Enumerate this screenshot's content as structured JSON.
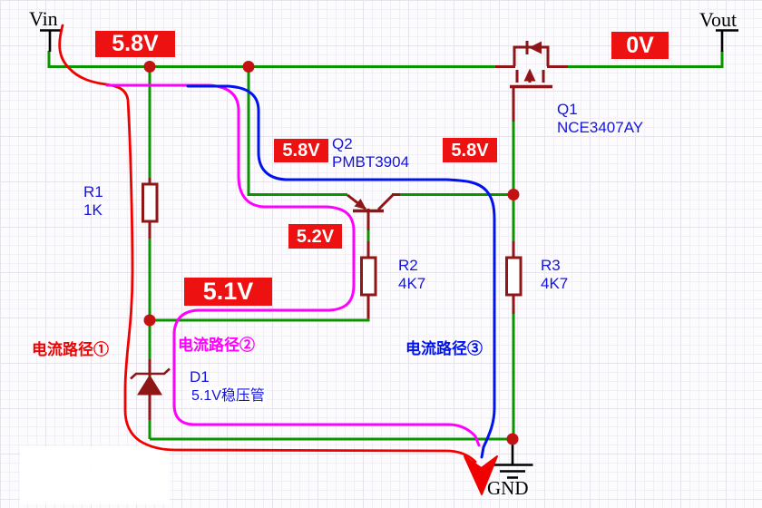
{
  "colors": {
    "wire_green": "#0a9400",
    "component_dark_red": "#8e1616",
    "junction_dot_red": "#c31212",
    "badge_background": "#ee1111",
    "badge_text": "#ffffff",
    "component_label_blue": "#1414e0",
    "terminal_black": "#000000",
    "current_path_1_red": "#f10000",
    "current_path_2_magenta": "#ff00ff",
    "current_path_3_blue": "#0013ee"
  },
  "terminals": {
    "vin": "Vin",
    "vout": "Vout",
    "gnd": "GND"
  },
  "voltage_badges": {
    "vin_rail": "5.8V",
    "vout_rail": "0V",
    "q2_collector": "5.8V",
    "q1_gate": "5.8V",
    "q2_base": "5.2V",
    "zener_node": "5.1V"
  },
  "components": {
    "r1": {
      "ref": "R1",
      "value": "1K"
    },
    "q2": {
      "ref": "Q2",
      "value": "PMBT3904"
    },
    "q1": {
      "ref": "Q1",
      "value": "NCE3407AY"
    },
    "r2": {
      "ref": "R2",
      "value": "4K7"
    },
    "r3": {
      "ref": "R3",
      "value": "4K7"
    },
    "d1": {
      "ref": "D1",
      "value": "5.1V稳压管"
    }
  },
  "current_paths": {
    "path1": {
      "label": "电流路径①"
    },
    "path2": {
      "label": "电流路径②"
    },
    "path3": {
      "label": "电流路径③"
    }
  }
}
